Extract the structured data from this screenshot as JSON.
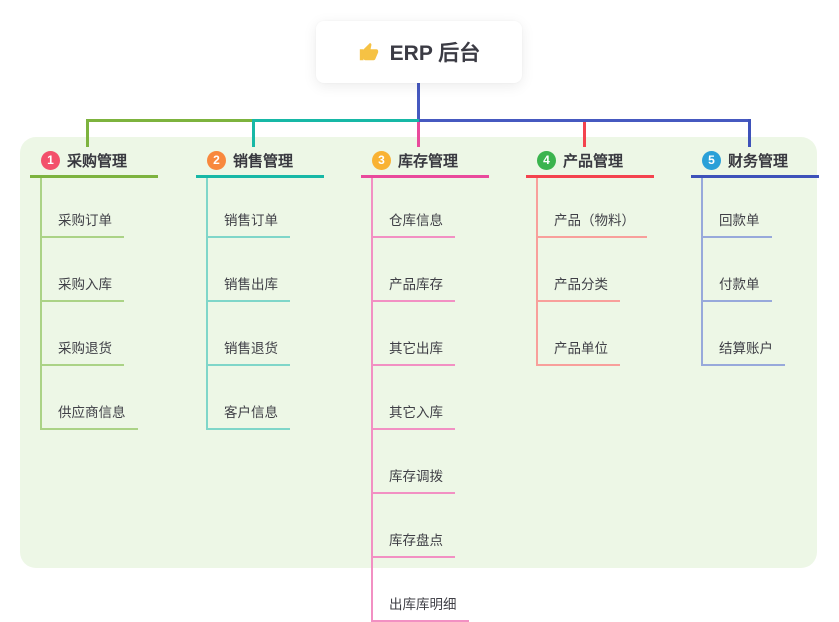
{
  "root": {
    "title": "ERP 后台",
    "icon": "thumbs-up"
  },
  "colors": {
    "main_line": "#4659c0",
    "panel_bg": "#edf7e6",
    "root_text": "#3b3b44",
    "branch_text": "#38383f",
    "child_text": "#3f3f46",
    "thumb_icon": "#f6c244"
  },
  "branches": [
    {
      "num": "1",
      "label": "采购管理",
      "badge_color": "#f3506b",
      "line_color": "#7db33e",
      "light_color": "#abd386",
      "children": [
        "采购订单",
        "采购入库",
        "采购退货",
        "供应商信息"
      ]
    },
    {
      "num": "2",
      "label": "销售管理",
      "badge_color": "#f8883d",
      "line_color": "#17b8a6",
      "light_color": "#7fd6c9",
      "children": [
        "销售订单",
        "销售出库",
        "销售退货",
        "客户信息"
      ]
    },
    {
      "num": "3",
      "label": "库存管理",
      "badge_color": "#f9b233",
      "line_color": "#e94a9c",
      "light_color": "#f290c3",
      "children": [
        "仓库信息",
        "产品库存",
        "其它出库",
        "其它入库",
        "库存调拨",
        "库存盘点",
        "出库库明细"
      ]
    },
    {
      "num": "4",
      "label": "产品管理",
      "badge_color": "#3bb44e",
      "line_color": "#f4434e",
      "light_color": "#f89f9b",
      "children": [
        "产品（物料）",
        "产品分类",
        "产品单位"
      ]
    },
    {
      "num": "5",
      "label": "财务管理",
      "badge_color": "#2aa0d8",
      "line_color": "#3e52ba",
      "light_color": "#98a9db",
      "children": [
        "回款单",
        "付款单",
        "结算账户"
      ]
    }
  ]
}
